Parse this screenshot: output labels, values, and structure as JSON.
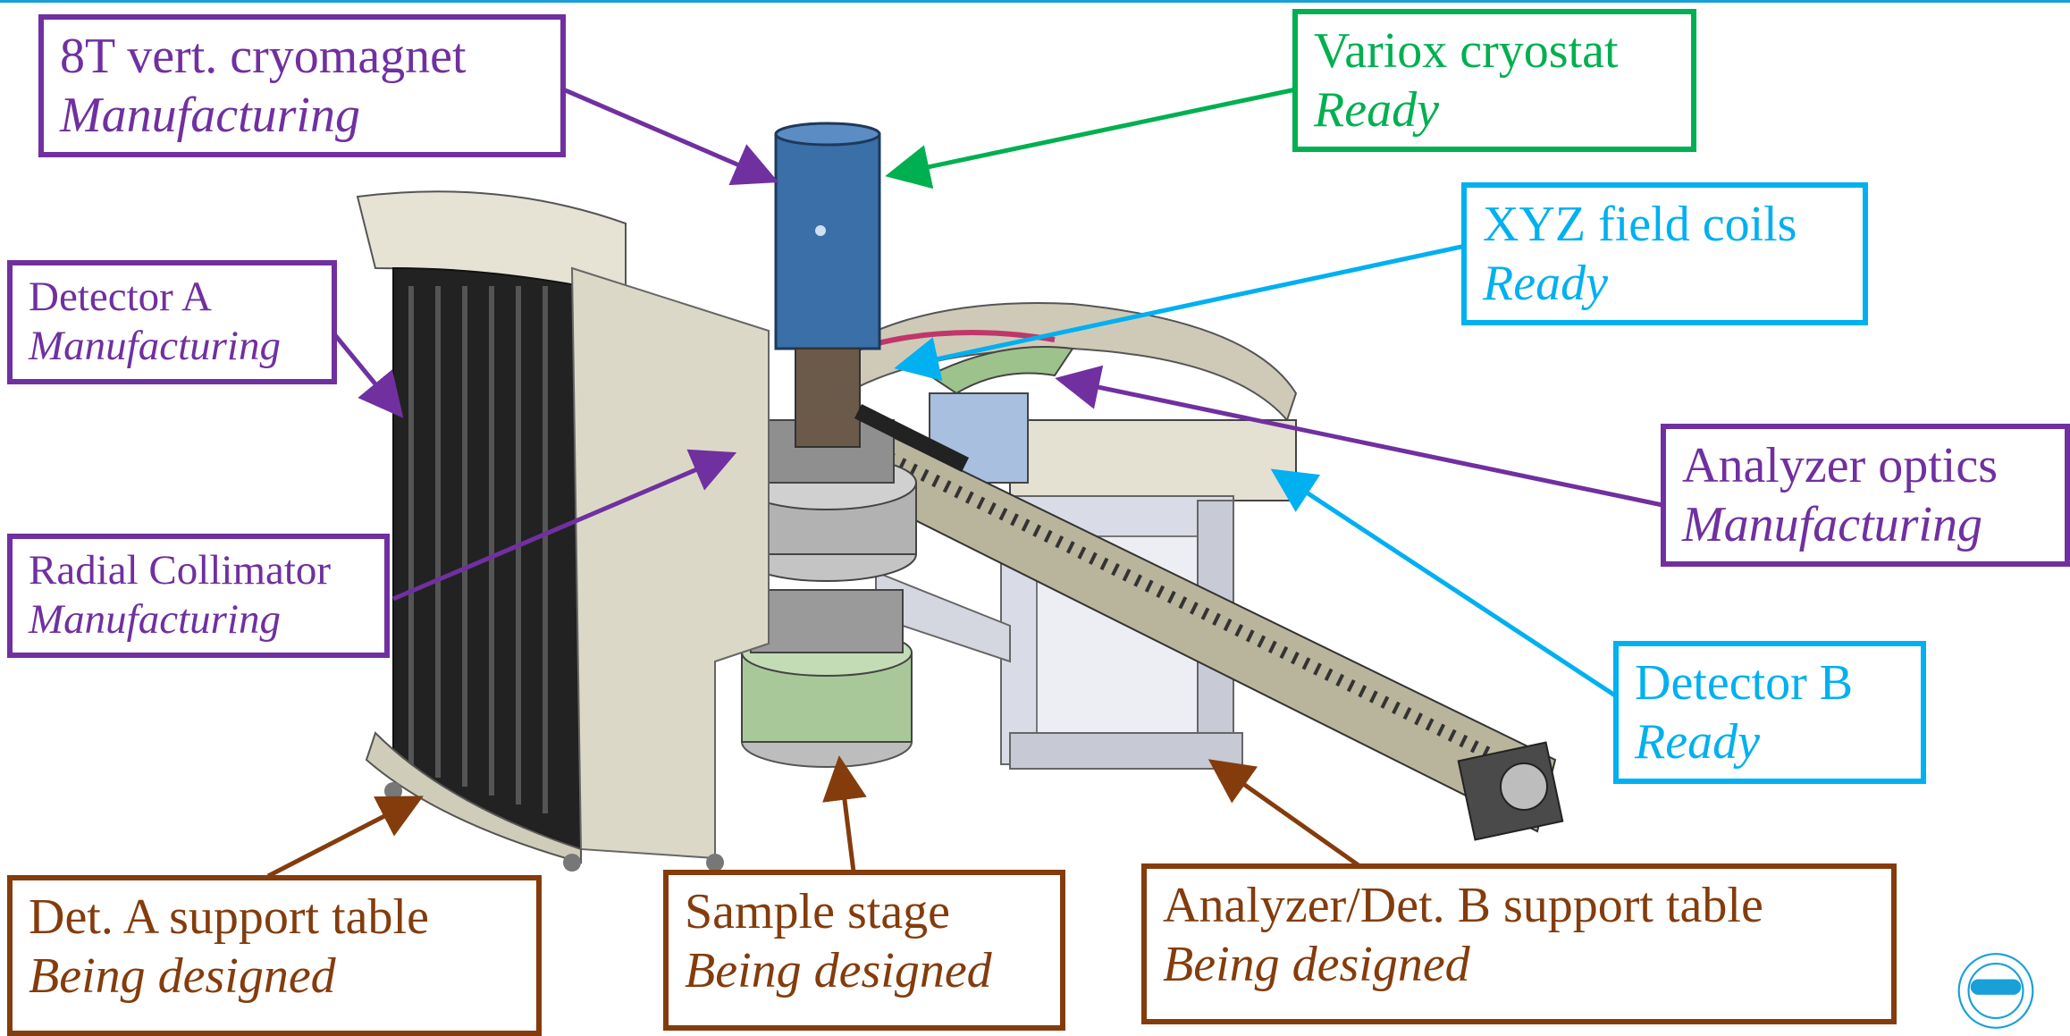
{
  "colors": {
    "purple": "#7030a0",
    "green": "#00b050",
    "cyan": "#00b0f0",
    "brown": "#843c0c",
    "cad_grey": "#d7d3c4",
    "cad_dark": "#2a2a2a",
    "cryostat_blue": "#3a6fa8",
    "coil_green": "#9ec28c",
    "coil_pink": "#c0366a"
  },
  "labels": [
    {
      "id": "cryomagnet",
      "name": "8T vert. cryomagnet",
      "status": "Manufacturing",
      "color": "purple"
    },
    {
      "id": "variox",
      "name": "Variox cryostat",
      "status": "Ready",
      "color": "green"
    },
    {
      "id": "xyz",
      "name": "XYZ field coils",
      "status": "Ready",
      "color": "cyan"
    },
    {
      "id": "detA",
      "name": "Detector A",
      "status": "Manufacturing",
      "color": "purple"
    },
    {
      "id": "analyzer",
      "name": "Analyzer optics",
      "status": "Manufacturing",
      "color": "purple"
    },
    {
      "id": "collimator",
      "name": "Radial Collimator",
      "status": "Manufacturing",
      "color": "purple"
    },
    {
      "id": "detB",
      "name": "Detector B",
      "status": "Ready",
      "color": "cyan"
    },
    {
      "id": "detA_table",
      "name": "Det. A support table",
      "status": "Being designed",
      "color": "brown"
    },
    {
      "id": "sample",
      "name": "Sample stage",
      "status": "Being designed",
      "color": "brown"
    },
    {
      "id": "analyzer_table",
      "name": "Analyzer/Det. B support table",
      "status": "Being designed",
      "color": "brown"
    }
  ],
  "logo": {
    "icon": "institution-logo-icon"
  }
}
